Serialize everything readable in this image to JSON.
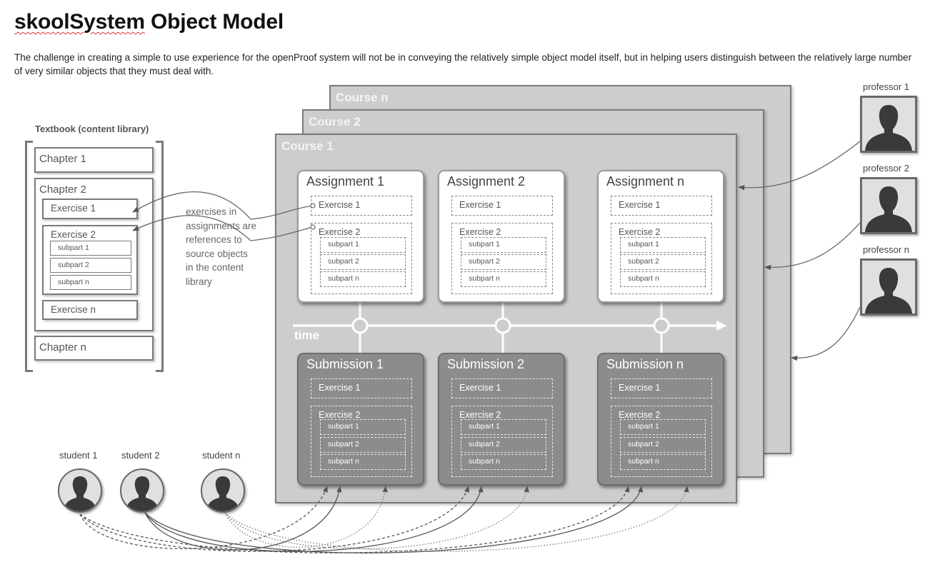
{
  "title_prefix": "skoolSystem",
  "title_rest": " Object Model",
  "intro": "The challenge in creating a simple to use experience for the openProof system will not be in conveying the relatively simple object model itself, but in helping users distinguish between the relatively large number of very similar objects that they must deal with.",
  "textbook": {
    "label": "Textbook (content library)",
    "chapter1": "Chapter 1",
    "chapter2": "Chapter 2",
    "exercise1": "Exercise 1",
    "exercise2": "Exercise 2",
    "subpart1": "subpart 1",
    "subpart2": "subpart 2",
    "subpartn": "subpart n",
    "exercisen": "Exercise n",
    "chaptern": "Chapter n"
  },
  "note": "exercises in assignments are references to source objects in the content library",
  "courses": [
    "Course n",
    "Course 2",
    "Course 1"
  ],
  "time_label": "time",
  "assignments": [
    "Assignment 1",
    "Assignment 2",
    "Assignment n"
  ],
  "submissions": [
    "Submission 1",
    "Submission 2",
    "Submission n"
  ],
  "item": {
    "exercise1": "Exercise 1",
    "exercise2": "Exercise 2",
    "subpart1": "subpart 1",
    "subpart2": "subpart 2",
    "subpartn": "subpart n"
  },
  "professors": [
    "professor 1",
    "professor 2",
    "professor n"
  ],
  "students": [
    "student 1",
    "student 2",
    "student n"
  ],
  "icons": {
    "person": "person-silhouette-icon"
  }
}
